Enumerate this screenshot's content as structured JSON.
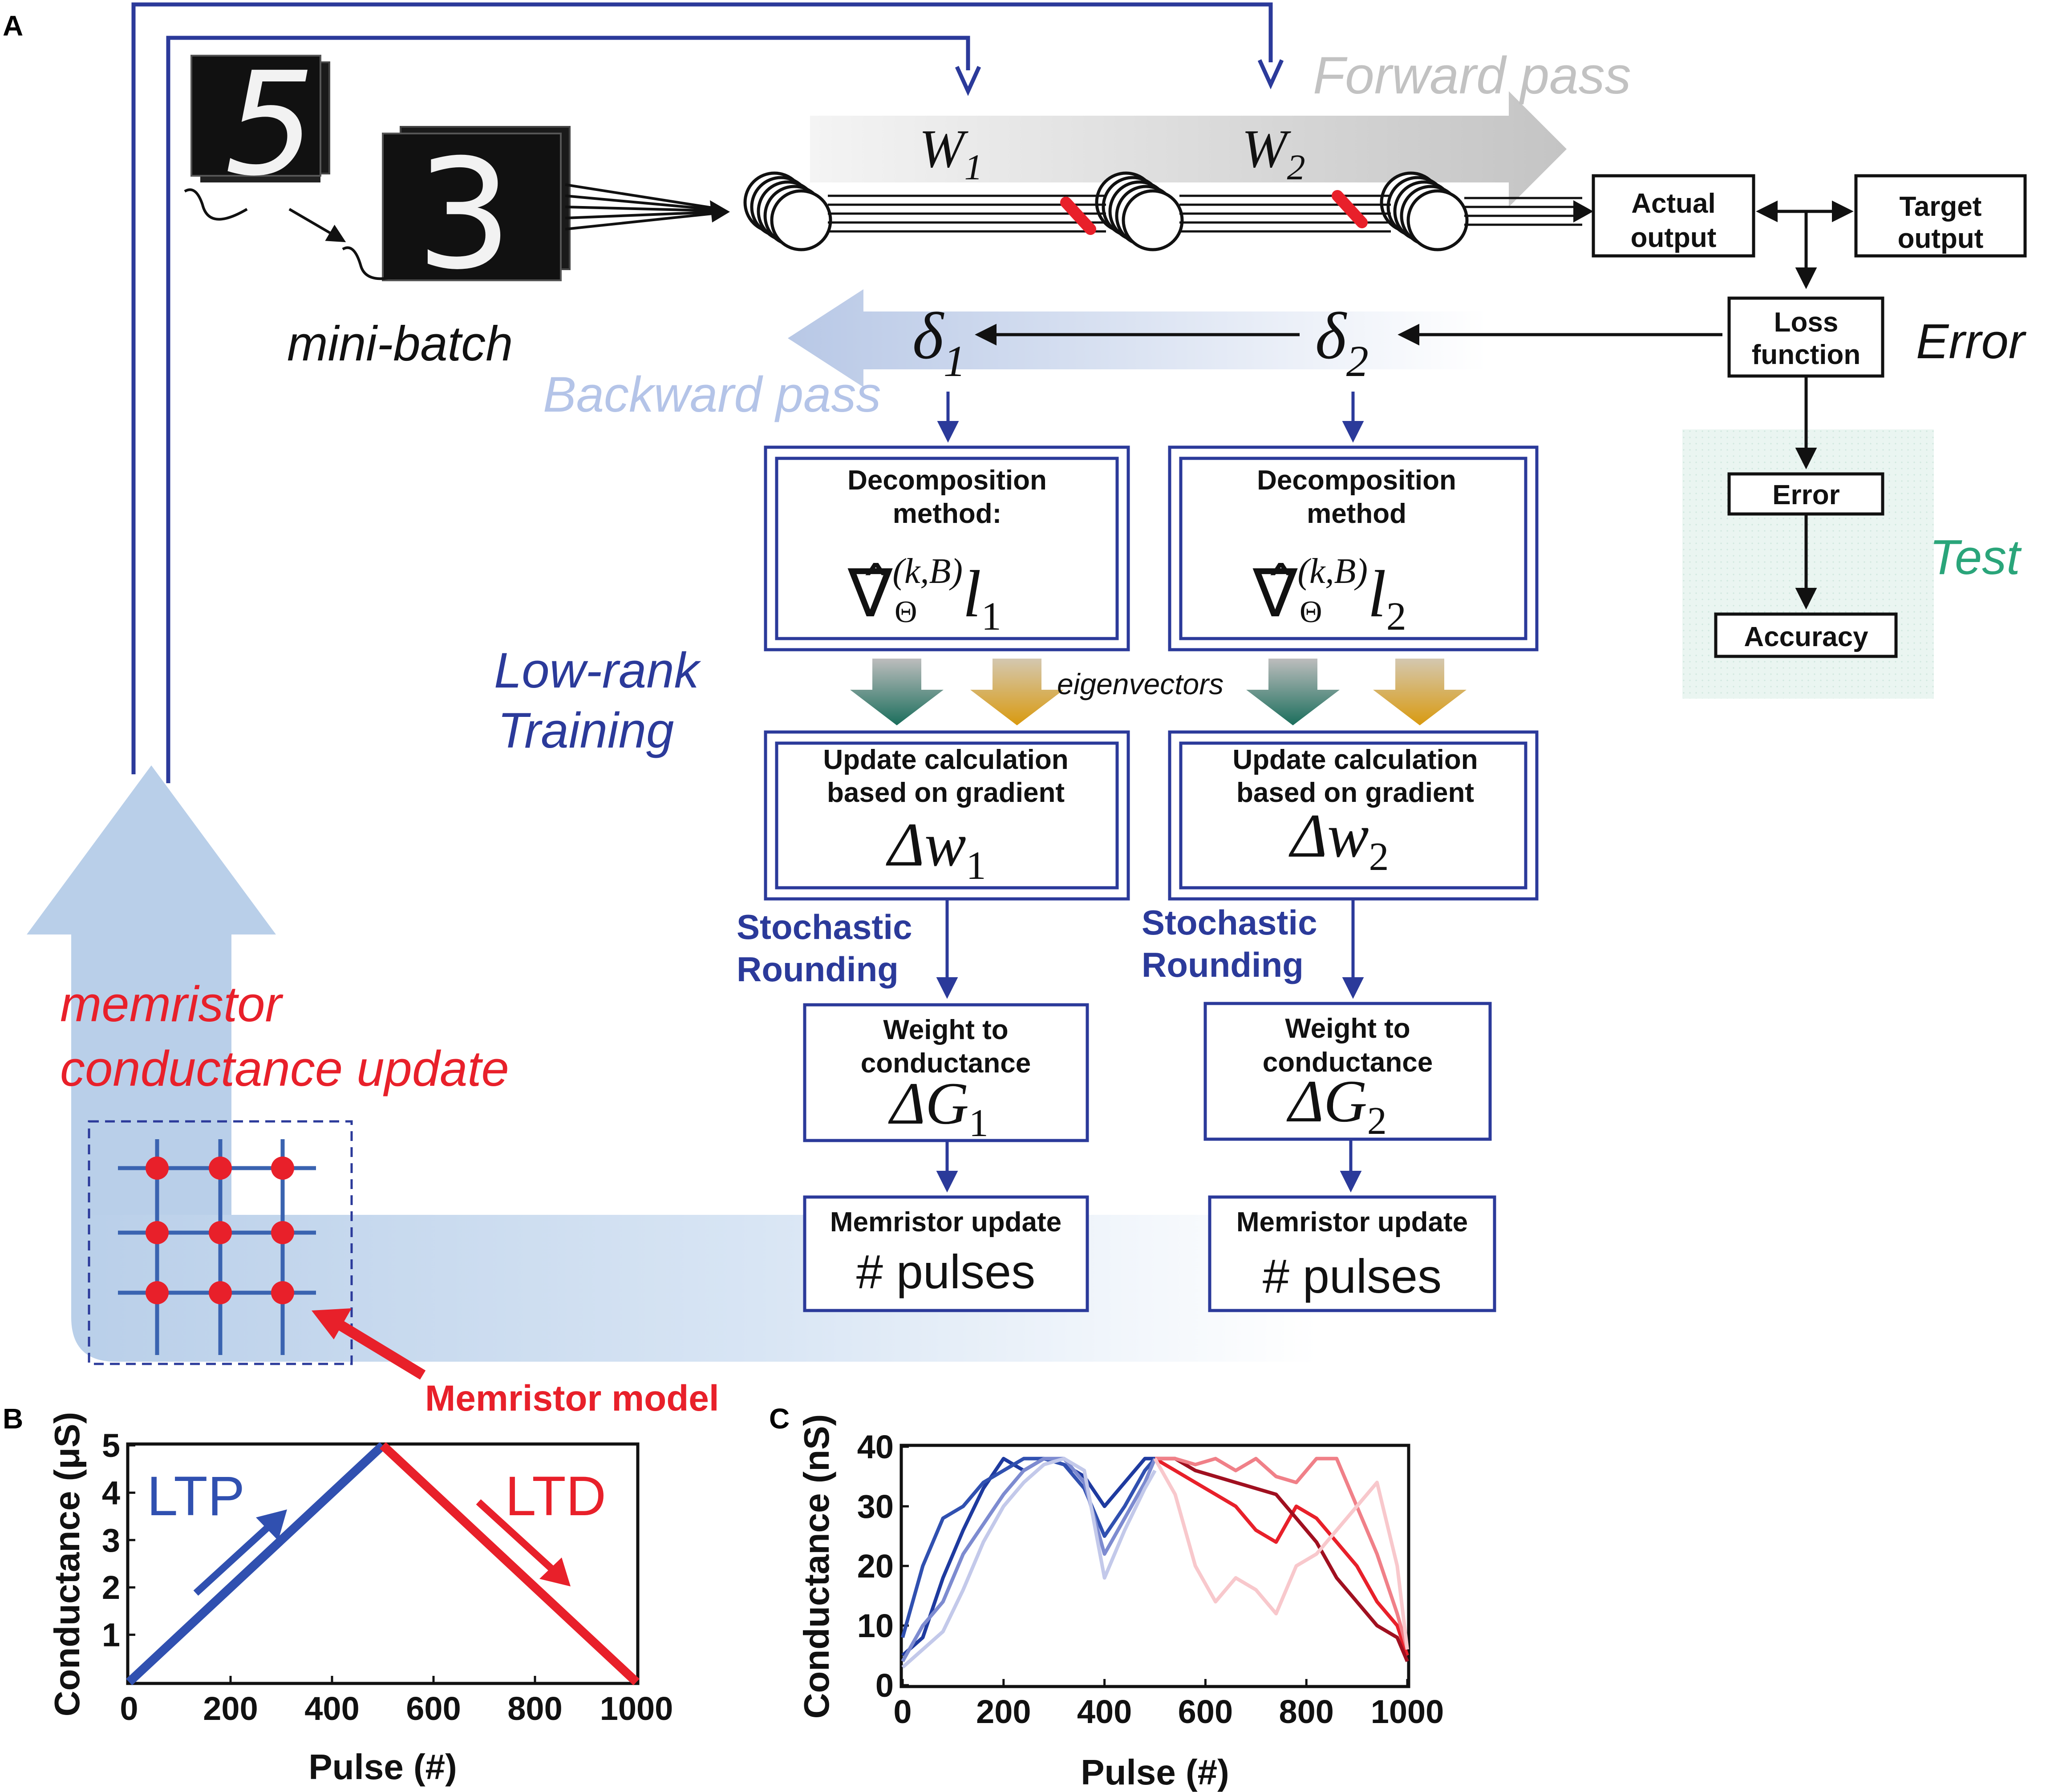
{
  "panels": {
    "a": "A",
    "b": "B",
    "c": "C"
  },
  "top": {
    "forward_pass": "Forward pass",
    "backward_pass": "Backward pass",
    "w1": "W",
    "w1_sub": "1",
    "w2": "W",
    "w2_sub": "2",
    "d1": "δ",
    "d1_sub": "1",
    "d2": "δ",
    "d2_sub": "2",
    "mini_batch": "mini-batch",
    "actual_output_l1": "Actual",
    "actual_output_l2": "output",
    "target_output_l1": "Target",
    "target_output_l2": "output",
    "loss_l1": "Loss",
    "loss_l2": "function",
    "error_word": "Error",
    "test_error": "Error",
    "test_accuracy": "Accuracy",
    "test_word": "Test",
    "low_rank_l1": "Low-rank",
    "low_rank_l2": "Training",
    "eigenvectors": "eigenvectors",
    "memristor_update_l1": "memristor",
    "memristor_update_l2": "conductance update",
    "memristor_model": "Memristor model"
  },
  "columns": [
    {
      "decomp_l1": "Decomposition",
      "decomp_l2": "method:",
      "grad_base": "l",
      "grad_sub": "1",
      "update_l1": "Update calculation",
      "update_l2": "based on gradient",
      "dw": "Δw",
      "dw_sub": "1",
      "stoch_l1": "Stochastic",
      "stoch_l2": "Rounding",
      "w2c_l1": "Weight to",
      "w2c_l2": "conductance",
      "dG": "ΔG",
      "dG_sub": "1",
      "mem_l1": "Memristor update",
      "mem_l2": "# pulses"
    },
    {
      "decomp_l1": "Decomposition",
      "decomp_l2": "method",
      "grad_base": "l",
      "grad_sub": "2",
      "update_l1": "Update calculation",
      "update_l2": "based on gradient",
      "dw": "Δw",
      "dw_sub": "2",
      "stoch_l1": "Stochastic",
      "stoch_l2": "Rounding",
      "w2c_l1": "Weight to",
      "w2c_l2": "conductance",
      "dG": "ΔG",
      "dG_sub": "2",
      "mem_l1": "Memristor update",
      "mem_l2": "# pulses"
    }
  ],
  "grad_symbol": "∇̂",
  "grad_sup": "(k,B)",
  "grad_theta": "Θ",
  "colors": {
    "blue": "#2b3a9a",
    "red": "#e8202a",
    "light_blue": "#b9cfe9",
    "green": "#2aa57a",
    "gray": "#c8c8c8"
  },
  "chart_data": [
    {
      "type": "line",
      "xlabel": "Pulse (#)",
      "ylabel": "Conductance (μS)",
      "xlim": [
        0,
        1000
      ],
      "ylim": [
        0,
        5
      ],
      "xticks": [
        0,
        200,
        400,
        600,
        800,
        1000
      ],
      "yticks": [
        1,
        2,
        3,
        4,
        5
      ],
      "series": [
        {
          "name": "LTP",
          "color": "#3050b0",
          "x": [
            0,
            500
          ],
          "y": [
            0,
            5
          ]
        },
        {
          "name": "LTD",
          "color": "#e8202a",
          "x": [
            500,
            1000
          ],
          "y": [
            5,
            0
          ]
        }
      ]
    },
    {
      "type": "line",
      "xlabel": "Pulse (#)",
      "ylabel": "Conductance (nS)",
      "xlim": [
        0,
        1000
      ],
      "ylim": [
        0,
        40
      ],
      "xticks": [
        0,
        200,
        400,
        600,
        800,
        1000
      ],
      "yticks": [
        0,
        10,
        20,
        30,
        40
      ],
      "series": [
        {
          "color": "#1e3a9f",
          "x": [
            0,
            40,
            80,
            120,
            160,
            200,
            240,
            280,
            320,
            360,
            400,
            440,
            480,
            500
          ],
          "y": [
            5,
            8,
            18,
            26,
            33,
            38,
            36,
            38,
            37,
            35,
            30,
            34,
            38,
            38
          ]
        },
        {
          "color": "#3050b0",
          "x": [
            0,
            40,
            80,
            120,
            160,
            200,
            240,
            280,
            320,
            360,
            400,
            440,
            480,
            500
          ],
          "y": [
            8,
            20,
            28,
            30,
            34,
            36,
            38,
            38,
            37,
            33,
            25,
            30,
            36,
            38
          ]
        },
        {
          "color": "#7d8bd0",
          "x": [
            0,
            40,
            80,
            120,
            160,
            200,
            240,
            280,
            320,
            360,
            400,
            440,
            480,
            500
          ],
          "y": [
            4,
            10,
            14,
            22,
            27,
            32,
            36,
            38,
            38,
            34,
            22,
            28,
            34,
            38
          ]
        },
        {
          "color": "#c3c9ea",
          "x": [
            0,
            40,
            80,
            120,
            160,
            200,
            240,
            280,
            320,
            360,
            400,
            440,
            480,
            500
          ],
          "y": [
            3,
            6,
            9,
            16,
            24,
            30,
            34,
            37,
            38,
            36,
            18,
            26,
            33,
            36
          ]
        },
        {
          "color": "#e8202a",
          "x": [
            500,
            540,
            580,
            620,
            660,
            700,
            740,
            780,
            820,
            860,
            900,
            940,
            980,
            1000
          ],
          "y": [
            38,
            36,
            34,
            32,
            30,
            26,
            24,
            30,
            28,
            24,
            20,
            14,
            10,
            5
          ]
        },
        {
          "color": "#a01020",
          "x": [
            500,
            540,
            580,
            620,
            660,
            700,
            740,
            780,
            820,
            860,
            900,
            940,
            980,
            1000
          ],
          "y": [
            38,
            38,
            36,
            35,
            34,
            33,
            32,
            28,
            24,
            18,
            14,
            10,
            8,
            4
          ]
        },
        {
          "color": "#f08088",
          "x": [
            500,
            540,
            580,
            620,
            660,
            700,
            740,
            780,
            820,
            860,
            900,
            940,
            980,
            1000
          ],
          "y": [
            38,
            38,
            37,
            38,
            36,
            38,
            35,
            34,
            38,
            38,
            30,
            22,
            12,
            6
          ]
        },
        {
          "color": "#f8c8cc",
          "x": [
            500,
            540,
            580,
            620,
            660,
            700,
            740,
            780,
            820,
            860,
            900,
            940,
            980,
            1000
          ],
          "y": [
            38,
            32,
            20,
            14,
            18,
            16,
            12,
            20,
            22,
            26,
            30,
            34,
            20,
            6
          ]
        }
      ]
    }
  ]
}
